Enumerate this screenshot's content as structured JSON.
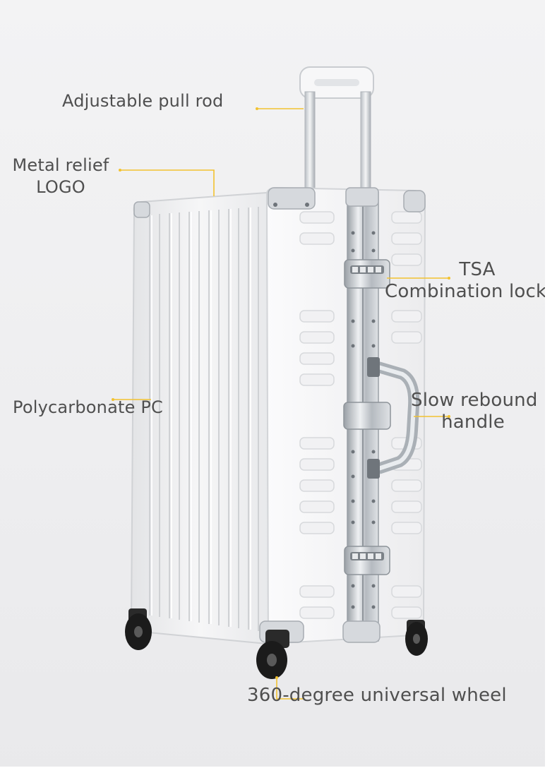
{
  "callouts": {
    "pull_rod": "Adjustable pull rod",
    "logo_line1": "Metal relief",
    "logo_line2": "LOGO",
    "tsa_line1": "TSA",
    "tsa_line2": "Combination lock",
    "material": "Polycarbonate PC",
    "handle_line1": "Slow rebound",
    "handle_line2": "handle",
    "wheel": "360-degree universal wheel"
  },
  "colors": {
    "leader_line": "#f2c230",
    "label_text": "#4f4f4f",
    "shell": "#f4f4f5",
    "aluminum": "#bfc3c8",
    "wheel": "#1b1b1b"
  }
}
